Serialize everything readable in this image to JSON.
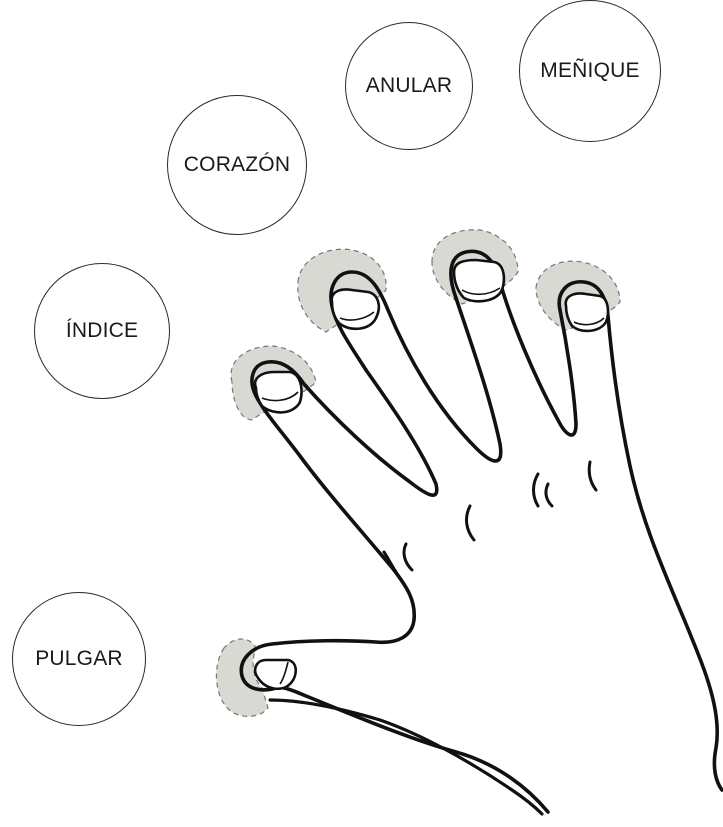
{
  "labels": {
    "pulgar": "PULGAR",
    "indice": "ÍNDICE",
    "corazon": "CORAZÓN",
    "anular": "ANULAR",
    "menique": "MEÑIQUE"
  },
  "colors": {
    "outline": "#111111",
    "fingertip_highlight": "#d9d9d4",
    "circle_border": "#2a2a2a"
  }
}
